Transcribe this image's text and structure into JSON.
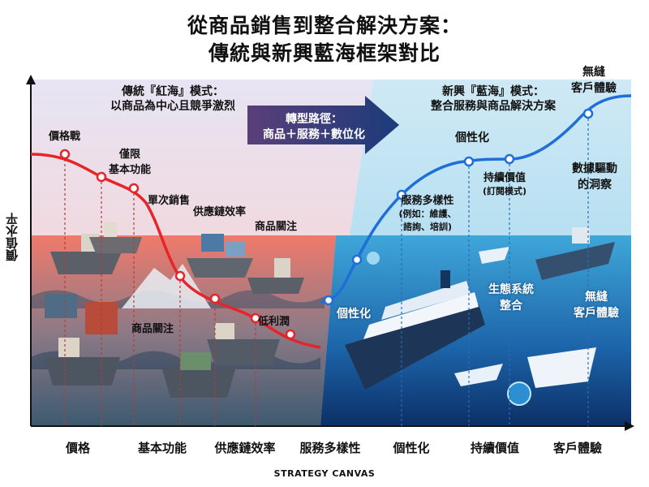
{
  "title_line1": "從商品銷售到整合解決方案：",
  "title_line2": "傳統與新興藍海框架對比",
  "y_axis_label": "價值水平",
  "footer": "STRATEGY CANVAS",
  "red_ocean_heading": [
    "傳統『紅海』模式：",
    "以商品為中心且競爭激烈"
  ],
  "blue_ocean_heading": [
    "新興『藍海』模式：",
    "整合服務與商品解決方案"
  ],
  "transition": [
    "轉型路徑：",
    "商品＋服務＋數位化"
  ],
  "red_labels": [
    "價格戰",
    "僅限",
    "基本功能",
    "單次銷售",
    "供應鏈效率",
    "商品關注",
    "商品關注",
    "低利潤"
  ],
  "blue_labels": {
    "top": [
      "無縫",
      "客戶體驗"
    ],
    "personalization": "個性化",
    "subscription": [
      "持續價值",
      "(訂閱模式)"
    ],
    "data": [
      "數據驅動",
      "的洞察"
    ],
    "service": [
      "服務多樣性",
      "(例如：維護、",
      "諮詢、培訓)"
    ],
    "personalization_low": "個性化",
    "ecosystem": [
      "生態系統",
      "整合"
    ],
    "seamless_low": [
      "無縫",
      "客戶體驗"
    ]
  },
  "chart_data": {
    "type": "line",
    "categories": [
      "價格",
      "基本功能",
      "供應鏈效率",
      "服務多樣性",
      "個性化",
      "持續價值",
      "客戶體驗"
    ],
    "colors": {
      "red_ocean": "#e5252a",
      "blue_ocean": "#1f6fd6",
      "red_bg": "#f07a6c",
      "blue_bg": "#3fa7d9"
    }
  }
}
